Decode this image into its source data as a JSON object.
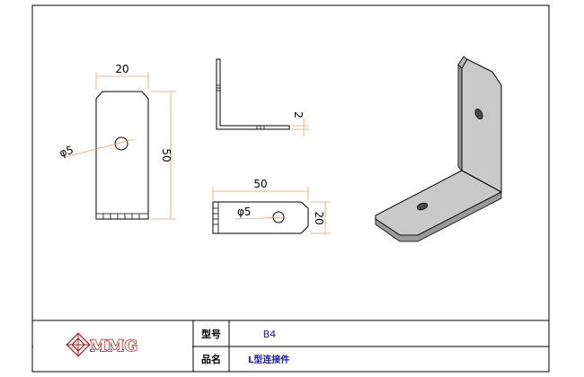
{
  "colors": {
    "dimension_line": "#e8a060",
    "border": "#000000",
    "part_fill": "#c9c9c9",
    "part_stroke": "#000000",
    "logo": "#b01818",
    "value_text": "#1a1aa8"
  },
  "front_view": {
    "width_dim": "20",
    "height_dim": "50",
    "hole_dim": "φ5"
  },
  "side_view": {
    "thickness_dim": "2"
  },
  "top_view": {
    "length_dim": "50",
    "width_dim": "20",
    "hole_dim": "φ5"
  },
  "title_block": {
    "logo_text": "MMG",
    "model_label": "型号",
    "model_value": "B4",
    "name_label": "品名",
    "name_value": "L型连接件"
  }
}
